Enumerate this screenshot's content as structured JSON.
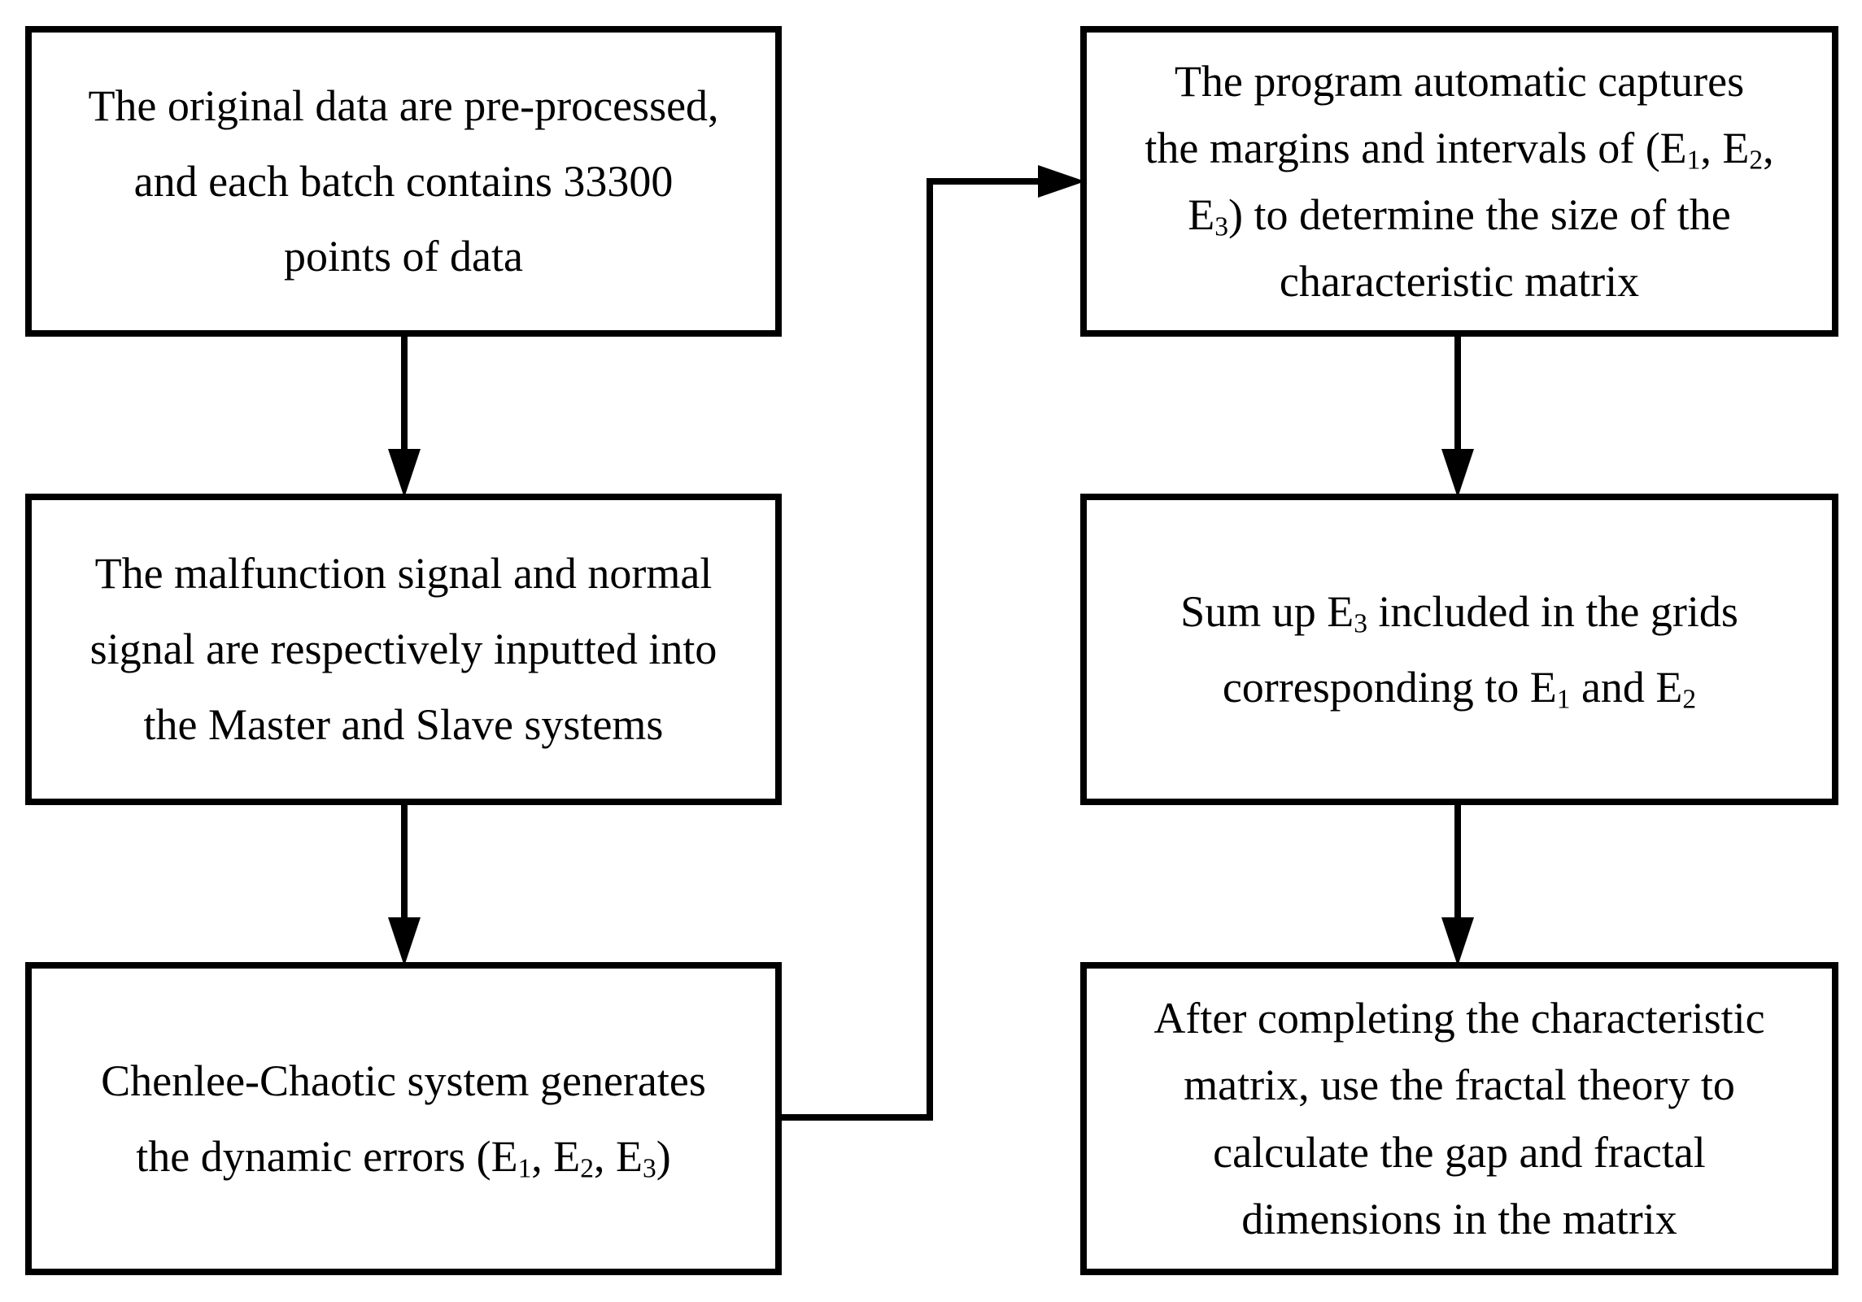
{
  "diagram": {
    "type": "flowchart",
    "colors": {
      "background": "#ffffff",
      "line": "#000000",
      "text": "#000000",
      "box_fill": "#ffffff"
    },
    "icons": {
      "down_arrow": "solid-triangle-down",
      "elbow_arrow": "right-angle-connector-with-triangle-head"
    },
    "boxes": [
      {
        "id": "step-1",
        "lines": [
          [
            {
              "t": "The original data are pre-processed,"
            }
          ],
          [
            {
              "t": "and each batch contains 33300"
            }
          ],
          [
            {
              "t": "points of data"
            }
          ]
        ]
      },
      {
        "id": "step-2",
        "lines": [
          [
            {
              "t": "The malfunction signal and normal"
            }
          ],
          [
            {
              "t": "signal are respectively inputted into"
            }
          ],
          [
            {
              "t": "the Master and Slave systems"
            }
          ]
        ]
      },
      {
        "id": "step-3",
        "lines": [
          [
            {
              "t": "Chenlee-Chaotic system generates"
            }
          ],
          [
            {
              "t": "the dynamic errors (E"
            },
            {
              "t": "1",
              "sub": true
            },
            {
              "t": ", E"
            },
            {
              "t": "2",
              "sub": true
            },
            {
              "t": ", E"
            },
            {
              "t": "3",
              "sub": true
            },
            {
              "t": ")"
            }
          ]
        ]
      },
      {
        "id": "step-4",
        "lines": [
          [
            {
              "t": "The program automatic captures"
            }
          ],
          [
            {
              "t": "the margins and intervals of (E"
            },
            {
              "t": "1",
              "sub": true
            },
            {
              "t": ", E"
            },
            {
              "t": "2",
              "sub": true
            },
            {
              "t": ","
            }
          ],
          [
            {
              "t": "E"
            },
            {
              "t": "3",
              "sub": true
            },
            {
              "t": ") to determine the size of the"
            }
          ],
          [
            {
              "t": "characteristic matrix"
            }
          ]
        ]
      },
      {
        "id": "step-5",
        "lines": [
          [
            {
              "t": "Sum up E"
            },
            {
              "t": "3",
              "sub": true
            },
            {
              "t": " included in the grids"
            }
          ],
          [
            {
              "t": "corresponding to E"
            },
            {
              "t": "1",
              "sub": true
            },
            {
              "t": " and E"
            },
            {
              "t": "2",
              "sub": true
            }
          ]
        ]
      },
      {
        "id": "step-6",
        "lines": [
          [
            {
              "t": "After completing the characteristic"
            }
          ],
          [
            {
              "t": "matrix, use the fractal theory to"
            }
          ],
          [
            {
              "t": "calculate the gap and fractal"
            }
          ],
          [
            {
              "t": "dimensions in the matrix"
            }
          ]
        ]
      }
    ]
  }
}
